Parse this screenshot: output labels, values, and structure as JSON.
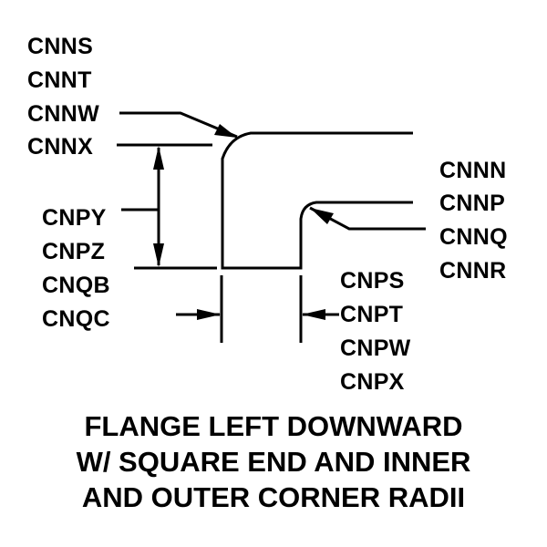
{
  "diagram": {
    "labels_top_left": [
      "CNNS",
      "CNNT",
      "CNNW",
      "CNNX"
    ],
    "labels_mid_left": [
      "CNPY",
      "CNPZ",
      "CNQB",
      "CNQC"
    ],
    "labels_right": [
      "CNNN",
      "CNNP",
      "CNNQ",
      "CNNR"
    ],
    "labels_bottom_right": [
      "CNPS",
      "CNPT",
      "CNPW",
      "CNPX"
    ],
    "caption": [
      "FLANGE LEFT DOWNWARD",
      "W/ SQUARE END AND INNER",
      "AND OUTER CORNER RADII"
    ],
    "colors": {
      "ink": "#000000",
      "background": "#ffffff"
    }
  }
}
